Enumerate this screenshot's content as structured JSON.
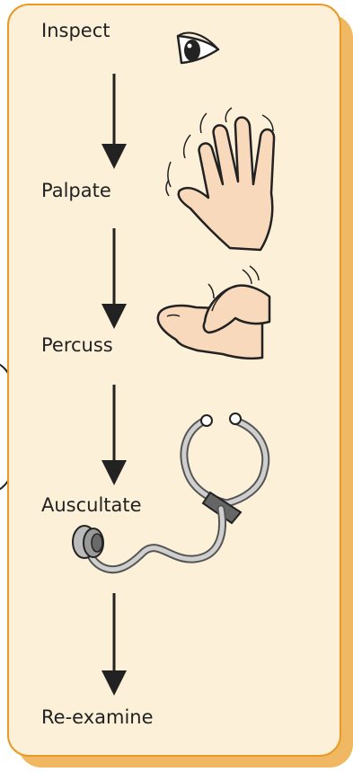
{
  "steps": [
    {
      "label": "Inspect",
      "icon": "eye-icon"
    },
    {
      "label": "Palpate",
      "icon": "hand-icon"
    },
    {
      "label": "Percuss",
      "icon": "percussing-fingers-icon"
    },
    {
      "label": "Auscultate",
      "icon": "stethoscope-icon"
    },
    {
      "label": "Re-examine",
      "icon": ""
    }
  ],
  "colors": {
    "card_fill": "#fdf0d8",
    "card_border": "#e89a25",
    "card_shadow": "#f0b862",
    "skin": "#f8d9bc",
    "line": "#222222"
  }
}
